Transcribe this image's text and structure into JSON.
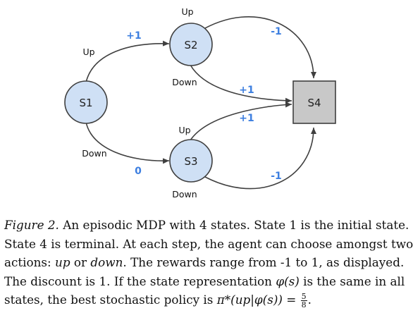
{
  "nodes": {
    "s1": "S1",
    "s2": "S2",
    "s3": "S3",
    "s4": "S4"
  },
  "edges": {
    "s1_s2": {
      "action": "Up",
      "reward": "+1"
    },
    "s1_s3": {
      "action": "Down",
      "reward": "0"
    },
    "s2_s4_up": {
      "action": "Up",
      "reward": "-1"
    },
    "s2_s4_down": {
      "action": "Down",
      "reward": "+1"
    },
    "s3_s4_up": {
      "action": "Up",
      "reward": "+1"
    },
    "s3_s4_down": {
      "action": "Down",
      "reward": "-1"
    }
  },
  "colors": {
    "state_fill": "#cfe0f5",
    "state_stroke": "#3f3f3f",
    "terminal_fill": "#c8c8c8",
    "reward_text": "#3d7fe0"
  },
  "caption": {
    "figure_label": "Figure 2.",
    "line1": "An episodic MDP with 4 states. State 1 is the initial state.",
    "line2": "State 4 is terminal. At each step, the agent can choose amongst two",
    "line3_a": "actions: ",
    "line3_up": "up",
    "line3_b": " or ",
    "line3_down": "down",
    "line3_c": ". The rewards range from -1 to 1, as displayed.",
    "line4_a": "The discount is 1. If the state representation ",
    "line4_phi": "φ(s)",
    "line4_b": " is the same in all",
    "line5_a": "states, the best stochastic policy is ",
    "line5_pi": "π*(up|φ(s)) = ",
    "line5_num": "5",
    "line5_den": "8",
    "line5_end": "."
  }
}
